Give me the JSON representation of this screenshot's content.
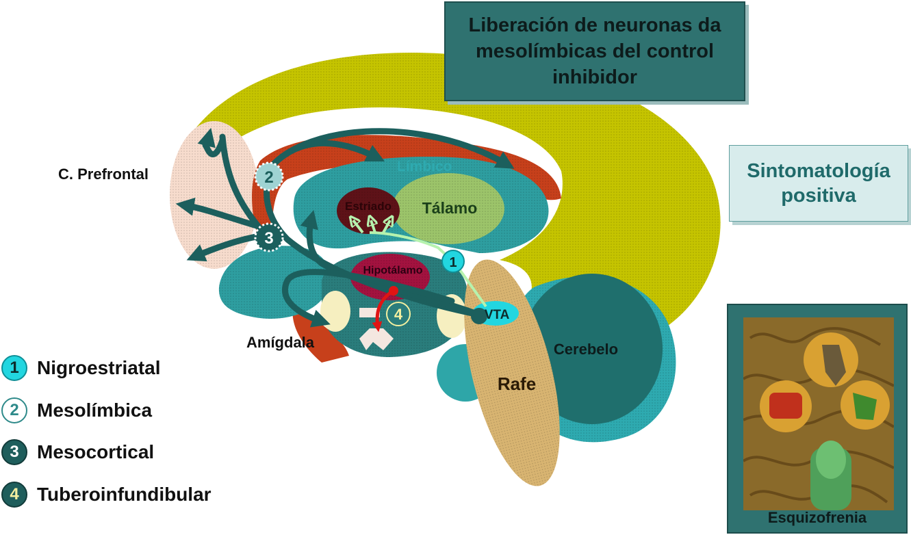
{
  "title": "Liberación de neuronas da mesolímbicas del control inhibidor",
  "symptom": "Sintomatología positiva",
  "image_caption": "Esquizofrenia",
  "regions": {
    "prefrontal": "C. Prefrontal",
    "limbic": "Límbico",
    "striatum": "Estriado",
    "thalamus": "Tálamo",
    "hypothalamus": "Hipotálamo",
    "amygdala": "Amígdala",
    "vta": "VTA",
    "cerebellum": "Cerebelo",
    "raphe": "Rafe"
  },
  "markers": {
    "m1": "1",
    "m2": "2",
    "m3": "3",
    "m4": "4"
  },
  "legend": [
    {
      "num": "1",
      "label": "Nigroestriatal",
      "fill": "#22d6e0",
      "stroke": "#0e8f97",
      "text": "#0d2b2b"
    },
    {
      "num": "2",
      "label": "Mesolímbica",
      "fill": "#ffffff",
      "stroke": "#2e8a8a",
      "text": "#2e8a8a"
    },
    {
      "num": "3",
      "label": "Mesocortical",
      "fill": "#1f5e5c",
      "stroke": "#123b3a",
      "text": "#ffffff"
    },
    {
      "num": "4",
      "label": "Tuberoinfundibular",
      "fill": "#1f5e5c",
      "stroke": "#123b3a",
      "text": "#f4f0a0"
    }
  ],
  "colors": {
    "cortex": "#c5c400",
    "limbic_red": "#c7401b",
    "limbic_teal": "#2e9ea0",
    "thalamus": "#9cc46a",
    "striatum": "#5e1218",
    "hypothalamus": "#a3123f",
    "prefrontal": "#f7dccd",
    "cerebellum": "#1f6f6d",
    "raphe": "#d8b471",
    "pathway": "#1c5f5d",
    "nigrostriatal": "#b6f2ae",
    "tubero": "#e01414"
  }
}
